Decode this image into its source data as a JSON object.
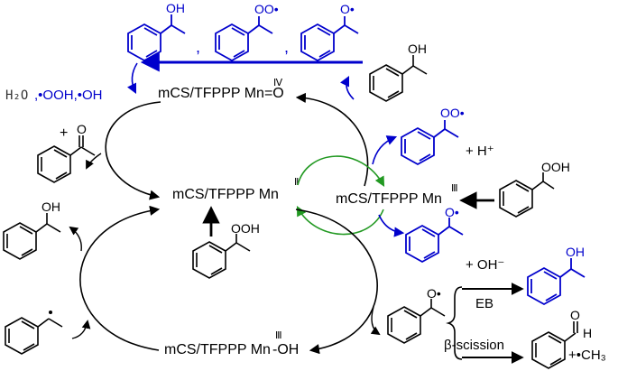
{
  "labels": {
    "mn4": "mCS/TFPPP Mn=O",
    "mn4_ox": "Ⅳ",
    "mn2": "mCS/TFPPP Mn",
    "mn2_ox": "Ⅱ",
    "mn3_right": "mCS/TFPPP Mn",
    "mn3_right_ox": "Ⅲ",
    "mn3_bottom": "mCS/TFPPP Mn",
    "mn3_bottom_ox": "Ⅲ",
    "mn3_bottom_suffix": "-OH",
    "byproducts_h2o": "H₂O",
    "byproducts_rest": ",•OOH,•OH",
    "plus_ketone": "+",
    "plus_hplus": "+ H⁺",
    "plus_ohminus": "+ OH⁻",
    "eb": "EB",
    "beta_scission": "β-scission",
    "plus_ch3": "+•CH₃",
    "comma": ","
  },
  "groups": {
    "oh": "OH",
    "o": "O",
    "h": "H",
    "oo_radical": "OO•",
    "o_radical": "O•",
    "ooh": "OOH"
  },
  "colors": {
    "blue": "#0000cc",
    "green": "#229922",
    "black": "#000000"
  }
}
